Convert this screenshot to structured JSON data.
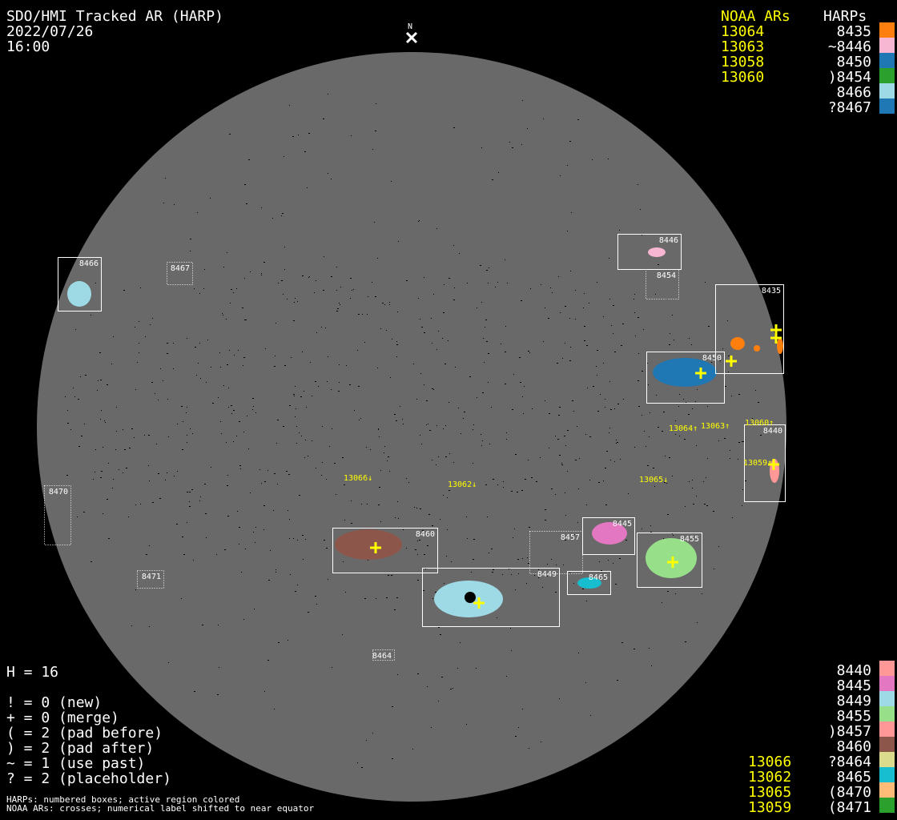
{
  "header": {
    "title": "SDO/HMI Tracked AR (HARP)",
    "date": "2022/07/26",
    "time": "16:00"
  },
  "north_label": "N",
  "legend_top": {
    "noaa_header": "NOAA ARs",
    "harp_header": "HARPs",
    "noaa": [
      "13064",
      "13063",
      "13058",
      "13060"
    ],
    "harps": [
      {
        "label": "8435",
        "color": "#ff7f0e"
      },
      {
        "label": "~8446",
        "color": "#f7b6d2"
      },
      {
        "label": "8450",
        "color": "#1f77b4"
      },
      {
        "label": ")8454",
        "color": "#2ca02c"
      },
      {
        "label": "8466",
        "color": "#9edae5"
      },
      {
        "label": "?8467",
        "color": "#1f77b4"
      }
    ]
  },
  "legend_bottom": {
    "noaa": [
      "13066",
      "13062",
      "13065",
      "13059"
    ],
    "harps": [
      {
        "label": "8440",
        "color": "#ff9896"
      },
      {
        "label": "8445",
        "color": "#e377c2"
      },
      {
        "label": "8449",
        "color": "#9edae5"
      },
      {
        "label": "8455",
        "color": "#98df8a"
      },
      {
        "label": ")8457",
        "color": "#ff9896"
      },
      {
        "label": "8460",
        "color": "#8c564b"
      },
      {
        "label": "?8464",
        "color": "#dbdb8d"
      },
      {
        "label": "8465",
        "color": "#17becf"
      },
      {
        "label": "(8470",
        "color": "#ffbb78"
      },
      {
        "label": "(8471",
        "color": "#2ca02c"
      }
    ]
  },
  "stats": {
    "h": "H = 16",
    "lines": [
      "! = 0 (new)",
      "+ = 0 (merge)",
      "( = 2 (pad before)",
      ") = 2 (pad after)",
      "~ = 1 (use past)",
      "? = 2 (placeholder)"
    ]
  },
  "footnote": [
    "HARPs: numbered boxes; active region colored",
    "NOAA ARs: crosses; numerical label shifted to near equator"
  ],
  "disk": {
    "boxes": [
      {
        "id": "8466",
        "dotted": false
      },
      {
        "id": "8467",
        "dotted": true
      },
      {
        "id": "8446",
        "dotted": false
      },
      {
        "id": "8454",
        "dotted": true
      },
      {
        "id": "8435",
        "dotted": false
      },
      {
        "id": "8450",
        "dotted": false
      },
      {
        "id": "8440",
        "dotted": false
      },
      {
        "id": "8470",
        "dotted": true
      },
      {
        "id": "8460",
        "dotted": false
      },
      {
        "id": "8457",
        "dotted": true
      },
      {
        "id": "8445",
        "dotted": false
      },
      {
        "id": "8455",
        "dotted": false
      },
      {
        "id": "8449",
        "dotted": false
      },
      {
        "id": "8465",
        "dotted": false
      },
      {
        "id": "8471",
        "dotted": true
      },
      {
        "id": "8464",
        "dotted": true
      }
    ],
    "noaa_labels": [
      "13066↓",
      "13062↓",
      "13065↓",
      "13064↑",
      "13063↑",
      "13060↑",
      "13059↑"
    ]
  }
}
